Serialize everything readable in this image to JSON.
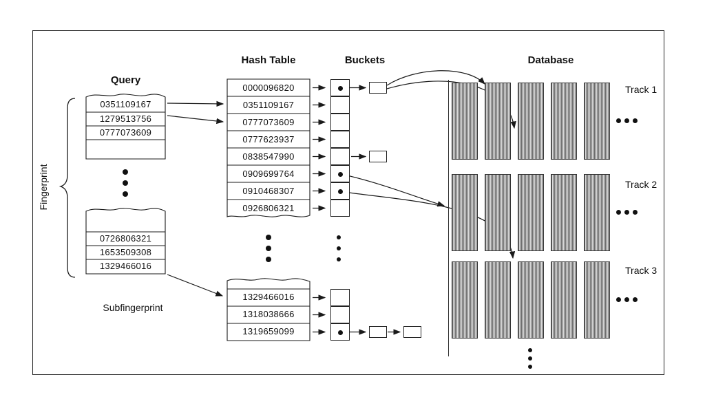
{
  "labels": {
    "fingerprint": "Fingerprint",
    "query": "Query",
    "subfingerprint": "Subfingerprint",
    "hash_table": "Hash Table",
    "buckets": "Buckets",
    "database": "Database"
  },
  "query": {
    "rows": [
      "0351109167",
      "1279513756",
      "0777073609"
    ]
  },
  "subfingerprint": {
    "rows": [
      "0726806321",
      "1653509308",
      "1329466016"
    ]
  },
  "hash_table": {
    "top_rows": [
      "0000096820",
      "0351109167",
      "0777073609",
      "0777623937",
      "0838547990",
      "0909699764",
      "0910468307",
      "0926806321"
    ],
    "bottom_rows": [
      "1329466016",
      "1318038666",
      "1319659099"
    ]
  },
  "database": {
    "tracks": [
      {
        "label": "Track 1"
      },
      {
        "label": "Track 2"
      },
      {
        "label": "Track 3"
      }
    ]
  }
}
